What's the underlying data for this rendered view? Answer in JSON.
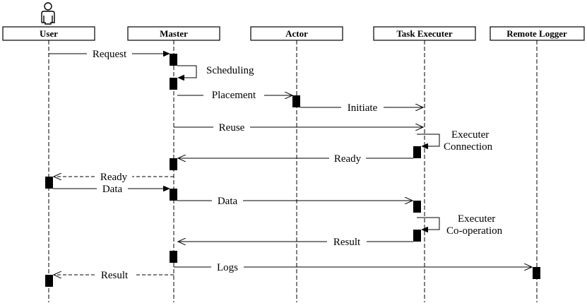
{
  "participants": {
    "user": "User",
    "master": "Master",
    "actor": "Actor",
    "task_executer": "Task Executer",
    "remote_logger": "Remote Logger"
  },
  "messages": {
    "request": "Request",
    "scheduling": "Scheduling",
    "placement": "Placement",
    "initiate": "Initiate",
    "reuse": "Reuse",
    "executer_connection_1": "Executer",
    "executer_connection_2": "Connection",
    "ready_1": "Ready",
    "ready_2": "Ready",
    "data_1": "Data",
    "data_2": "Data",
    "executer_cooperation_1": "Executer",
    "executer_cooperation_2": "Co-operation",
    "result_1": "Result",
    "logs": "Logs",
    "result_2": "Result"
  },
  "colors": {
    "line": "#000000",
    "background": "#ffffff"
  },
  "icons": {
    "actor": "stick-figure-icon"
  }
}
